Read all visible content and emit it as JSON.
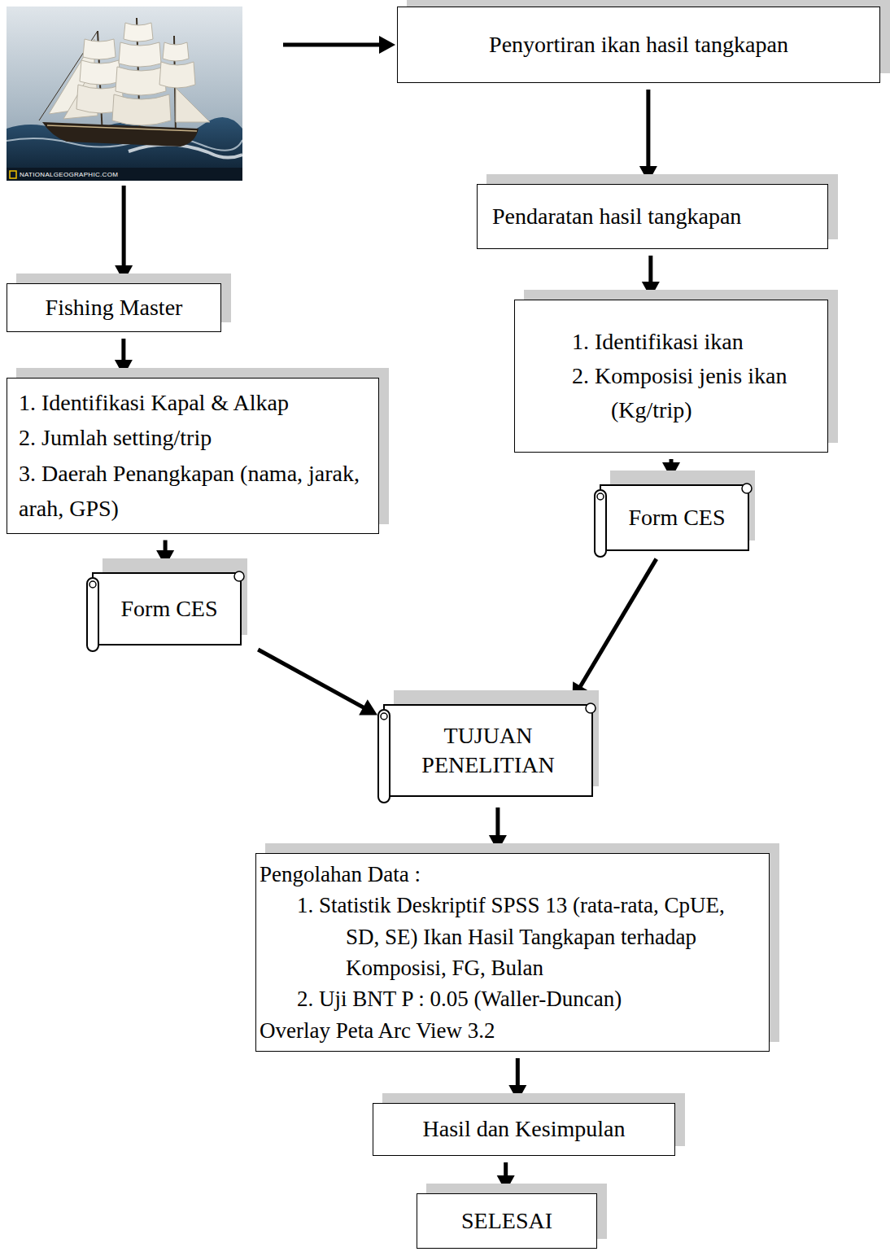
{
  "diagram": {
    "nodes": [
      {
        "text": [
          "NATIONALGEOGRAPHIC.COM"
        ]
      },
      {
        "text": [
          "Penyortiran ikan hasil tangkapan"
        ]
      },
      {
        "text": [
          "Pendaratan hasil tangkapan"
        ]
      },
      {
        "text": [
          "Fishing Master"
        ]
      },
      {
        "text": [
          "1. Identifikasi Kapal & Alkap",
          "2. Jumlah setting/trip",
          "3. Daerah Penangkapan (nama, jarak, arah, GPS)"
        ]
      },
      {
        "text": [
          "1. Identifikasi ikan",
          "2. Komposisi jenis ikan (Kg/trip)"
        ]
      },
      {
        "text": [
          "Form CES"
        ]
      },
      {
        "text": [
          "Form CES"
        ]
      },
      {
        "text": [
          "TUJUAN PENELITIAN"
        ]
      },
      {
        "text": [
          "Pengolahan Data :",
          "1. Statistik Deskriptif SPSS 13 (rata-rata, CpUE, SD, SE) Ikan Hasil Tangkapan terhadap Komposisi, FG, Bulan",
          "2. Uji BNT P : 0.05 (Waller-Duncan)",
          "Overlay Peta Arc View 3.2"
        ]
      },
      {
        "text": [
          "Hasil dan Kesimpulan"
        ]
      },
      {
        "text": [
          "SELESAI"
        ]
      }
    ],
    "edges": [
      {
        "from": 0,
        "to": 1,
        "arrow": "to"
      },
      {
        "from": 0,
        "to": 3,
        "arrow": "to"
      },
      {
        "from": 1,
        "to": 2,
        "arrow": "to"
      },
      {
        "from": 2,
        "to": 5,
        "arrow": "to"
      },
      {
        "from": 5,
        "to": 7,
        "arrow": "to"
      },
      {
        "from": 3,
        "to": 4,
        "arrow": "to"
      },
      {
        "from": 4,
        "to": 6,
        "arrow": "to"
      },
      {
        "from": 6,
        "to": 8,
        "arrow": "to"
      },
      {
        "from": 7,
        "to": 8,
        "arrow": "to"
      },
      {
        "from": 8,
        "to": 9,
        "arrow": "to"
      },
      {
        "from": 9,
        "to": 10,
        "arrow": "to"
      },
      {
        "from": 10,
        "to": 11,
        "arrow": "to"
      }
    ]
  }
}
